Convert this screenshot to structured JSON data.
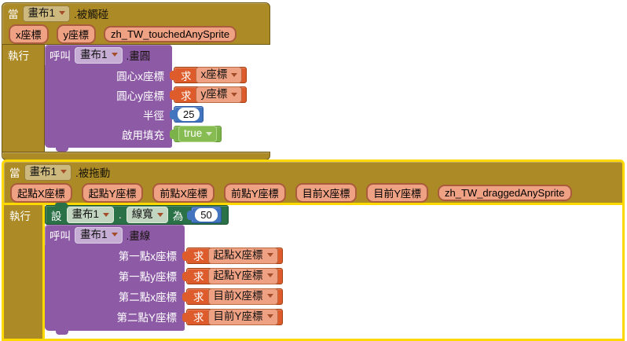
{
  "colors": {
    "event_block": "#AC8A26",
    "method_call_block": "#8D5BA6",
    "setter_block": "#2A7147",
    "getter_block": "#DE5C2B",
    "number_block": "#4375BE",
    "logic_block": "#7CB24A",
    "param_badge": "#EFA183",
    "selection_outline": "#FDD900"
  },
  "blocks": {
    "touched_event": {
      "when_label": "當",
      "component": "畫布1",
      "event_name": ".被觸碰",
      "do_label": "執行",
      "params": [
        "x座標",
        "y座標",
        "zh_TW_touchedAnySprite"
      ],
      "call": {
        "call_label": "呼叫",
        "component": "畫布1",
        "method": ".畫圓",
        "args": [
          {
            "label": "圓心x座標",
            "value": {
              "type": "get",
              "get_label": "求",
              "var": "x座標"
            }
          },
          {
            "label": "圓心y座標",
            "value": {
              "type": "get",
              "get_label": "求",
              "var": "y座標"
            }
          },
          {
            "label": "半徑",
            "value": {
              "type": "number",
              "text": "25"
            }
          },
          {
            "label": "啟用填充",
            "value": {
              "type": "logic",
              "text": "true"
            }
          }
        ]
      }
    },
    "dragged_event": {
      "when_label": "當",
      "component": "畫布1",
      "event_name": ".被拖動",
      "do_label": "執行",
      "params": [
        "起點X座標",
        "起點Y座標",
        "前點X座標",
        "前點Y座標",
        "目前X座標",
        "目前Y座標",
        "zh_TW_draggedAnySprite"
      ],
      "setter": {
        "set_label": "設",
        "component": "畫布1",
        "dot": ".",
        "property": "線寬",
        "to_label": "為",
        "value": "50"
      },
      "call": {
        "call_label": "呼叫",
        "component": "畫布1",
        "method": ".畫線",
        "args": [
          {
            "label": "第一點x座標",
            "value": {
              "type": "get",
              "get_label": "求",
              "var": "起點X座標"
            }
          },
          {
            "label": "第一點y座標",
            "value": {
              "type": "get",
              "get_label": "求",
              "var": "起點Y座標"
            }
          },
          {
            "label": "第二點x座標",
            "value": {
              "type": "get",
              "get_label": "求",
              "var": "目前X座標"
            }
          },
          {
            "label": "第二點Y座標",
            "value": {
              "type": "get",
              "get_label": "求",
              "var": "目前Y座標"
            }
          }
        ]
      }
    }
  }
}
